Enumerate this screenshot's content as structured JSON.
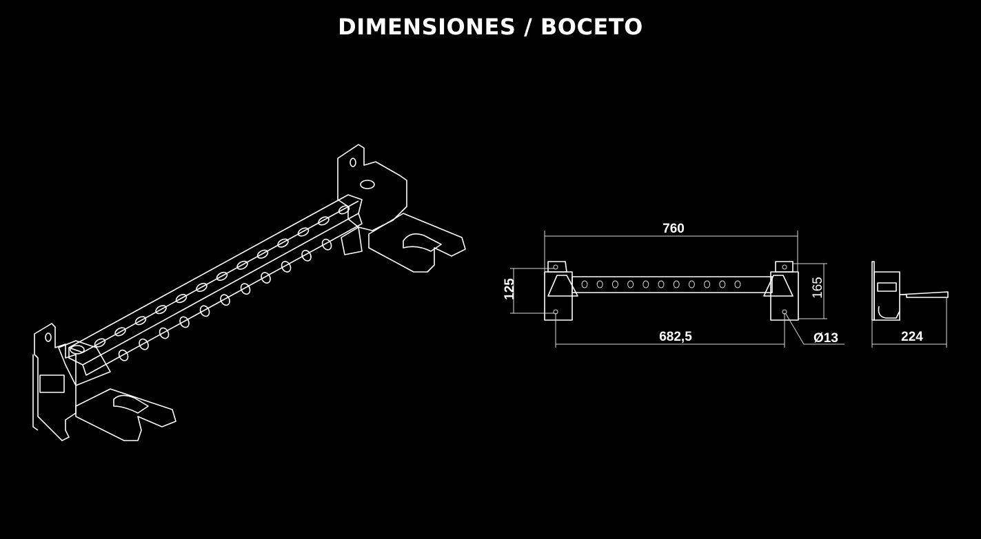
{
  "title": "DIMENSIONES / BOCETO",
  "dimensions": {
    "overall_length": "760",
    "hole_spacing": "682,5",
    "vertical_hole_spacing": "125",
    "height": "165",
    "hole_diameter": "Ø13",
    "depth": "224"
  },
  "colors": {
    "background": "#000000",
    "line": "#ffffff"
  }
}
